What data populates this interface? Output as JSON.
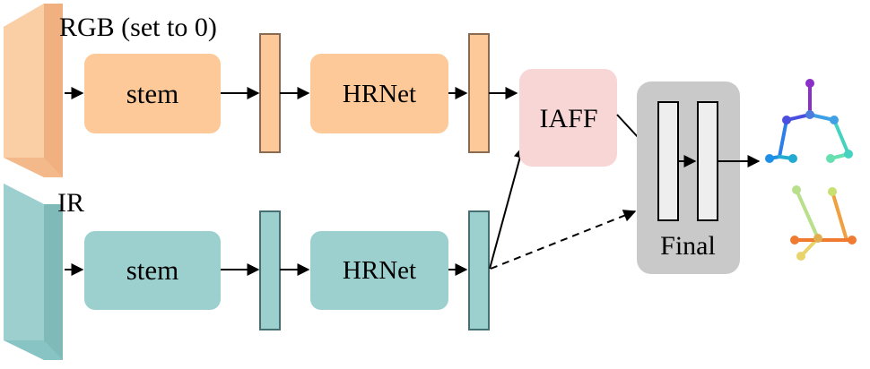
{
  "labels": {
    "rgb_input": "RGB (set to 0)",
    "ir_input": "IR",
    "rgb_stem": "stem",
    "ir_stem": "stem",
    "rgb_backbone": "HRNet",
    "ir_backbone": "HRNet",
    "fusion": "IAFF",
    "final": "Final"
  },
  "colors": {
    "rgb": "#fdc998",
    "rgb_border": "#8a6a50",
    "ir": "#9cd0cf",
    "ir_border": "#466f73",
    "fusion": "#f9d6d6",
    "final_bg": "#c9c9c9",
    "final_layer": "#eeeeee"
  }
}
